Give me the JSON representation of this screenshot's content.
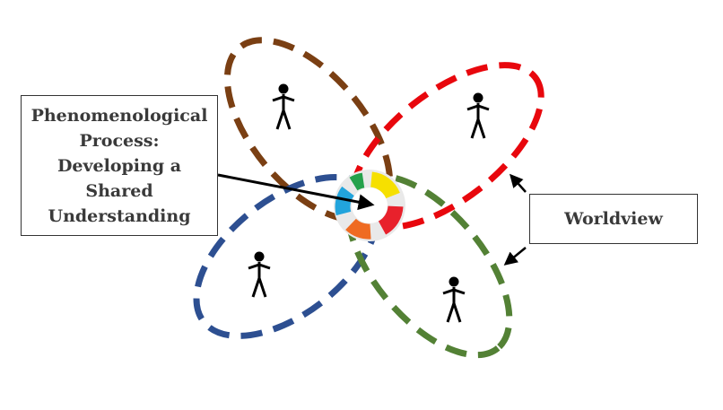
{
  "process_label": {
    "lines": [
      "Phenomenological",
      "Process:",
      "Developing a",
      "Shared",
      "Understanding"
    ]
  },
  "worldview_label": "Worldview",
  "ellipses": [
    {
      "id": "brown",
      "color": "#7a3f13"
    },
    {
      "id": "red",
      "color": "#e8070d"
    },
    {
      "id": "blue",
      "color": "#2d4f91"
    },
    {
      "id": "green",
      "color": "#538135"
    }
  ],
  "cycle_colors": [
    "#f6e000",
    "#e8212c",
    "#ef6b22",
    "#22a4dc",
    "#24a14b"
  ],
  "arrow_color": "#000000"
}
